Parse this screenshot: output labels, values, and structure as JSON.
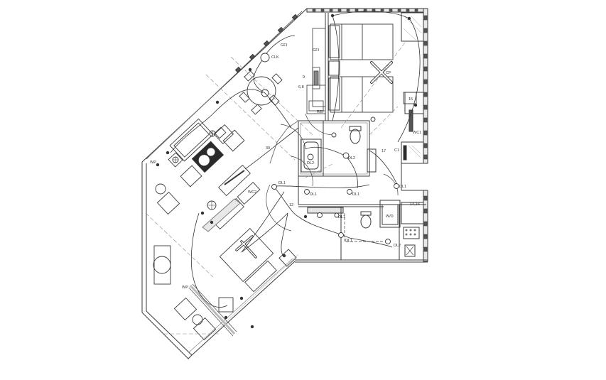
{
  "diagram": {
    "type": "architectural-floor-plan",
    "subject": "Apartment reflected ceiling / electrical lighting plan",
    "colors": {
      "line": "#3a3a3a",
      "light_line": "#9a9a9a",
      "fill_dark": "#2a2a2a",
      "wall_fill": "#dcdcdc",
      "background": "#ffffff"
    },
    "labels": {
      "clk": "CLK",
      "gfi_a": "GFI",
      "gfi_b": "GFI",
      "ref": "REF",
      "cf": "CF",
      "fifteen": "15",
      "wc1": "WC1",
      "c1": "C1",
      "seventeen": "17",
      "dl2_tub": "DL2",
      "dl2_bath": "DL2",
      "dl2_lower": "DL2",
      "dl1_a": "DL1",
      "dl1_b": "DL1",
      "dl1_c": "DL1",
      "dl1_d": "DL1",
      "dl1_e": "DL1",
      "dl1_f": "DL1",
      "thirty": "30",
      "wc2": "WC2",
      "twelve": "12",
      "nine": "9",
      "six_eight": "6,8",
      "fourteen_sixteen": "14,16",
      "wd": "W/D",
      "wp": "WP",
      "wp2": "WP"
    }
  }
}
